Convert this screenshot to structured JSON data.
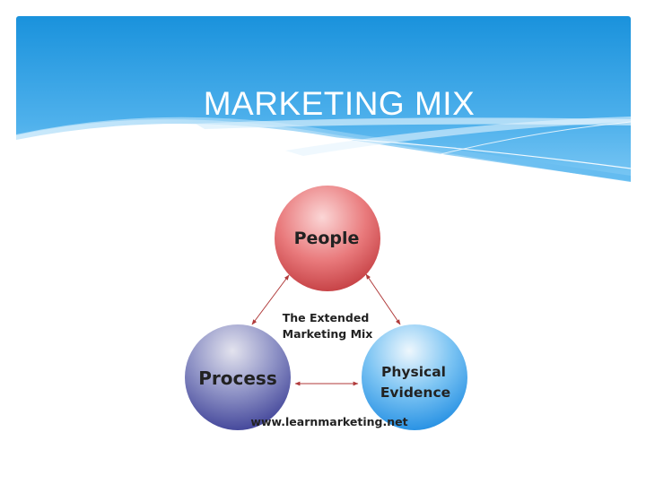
{
  "slide": {
    "title": "MARKETING MIX"
  },
  "diagram": {
    "center_label_line1": "The Extended",
    "center_label_line2": "Marketing Mix",
    "nodes": [
      {
        "id": "people",
        "lines": [
          "People"
        ]
      },
      {
        "id": "process",
        "lines": [
          "Process"
        ]
      },
      {
        "id": "physical-evidence",
        "lines": [
          "Physical",
          "Evidence"
        ]
      }
    ],
    "source_url": "www.learnmarketing.net"
  },
  "colors": {
    "header_blue_top": "#1a94de",
    "header_blue_bottom": "#7cc8f5",
    "people_red": "#e5686c",
    "process_purple": "#6f74b8",
    "evidence_blue": "#4aa9ee",
    "arrow": "#b03a3a"
  }
}
